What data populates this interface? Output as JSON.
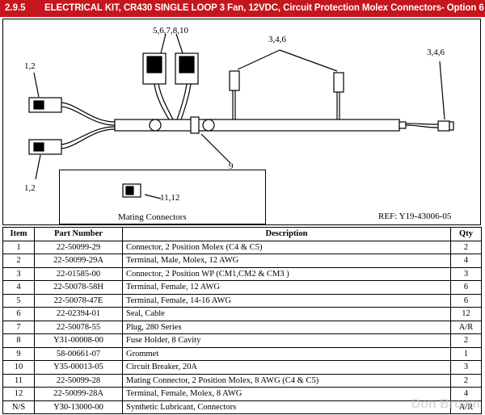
{
  "header": {
    "section": "2.9.5",
    "title": "ELECTRICAL KIT, CR430 SINGLE LOOP 3 Fan, 12VDC, Circuit Protection Molex Connectors- Option 6"
  },
  "figure": {
    "callouts": {
      "top_center": "5,6,7,8,10",
      "top_right_a": "3,4,6",
      "top_right_b": "3,4,6",
      "left_top": "1,2",
      "left_bottom": "1,2",
      "grommet": "9",
      "mating_item": "11,12"
    },
    "mating_caption": "Mating Connectors",
    "ref": "REF: Y19-43006-05"
  },
  "table": {
    "headers": [
      "Item",
      "Part Number",
      "Description",
      "Qty"
    ],
    "rows": [
      [
        "1",
        "22-50099-29",
        "Connector, 2 Position Molex (C4 & C5)",
        "2"
      ],
      [
        "2",
        "22-50099-29A",
        "Terminal, Male, Molex, 12 AWG",
        "4"
      ],
      [
        "3",
        "22-01585-00",
        "Connector, 2 Position WP (CM1,CM2 & CM3 )",
        "3"
      ],
      [
        "4",
        "22-50078-58H",
        "Terminal, Female, 12 AWG",
        "6"
      ],
      [
        "5",
        "22-50078-47E",
        "Terminal, Female, 14-16 AWG",
        "6"
      ],
      [
        "6",
        "22-02394-01",
        "Seal, Cable",
        "12"
      ],
      [
        "7",
        "22-50078-55",
        "Plug, 280 Series",
        "A/R"
      ],
      [
        "8",
        "Y31-00008-00",
        "Fuse Holder, 8 Cavity",
        "2"
      ],
      [
        "9",
        "58-00661-07",
        "Grommet",
        "1"
      ],
      [
        "10",
        "Y35-00013-05",
        "Circuit Breaker, 20A",
        "3"
      ],
      [
        "11",
        "22-50099-28",
        "Mating Connector, 2 Position Molex, 8 AWG (C4 & C5)",
        "2"
      ],
      [
        "12",
        "22-50099-28A",
        "Terminal, Female, Molex, 8 AWG",
        "4"
      ],
      [
        "N/S",
        "Y30-13000-00",
        "Synthetic Lubricant, Connectors",
        "A/R"
      ]
    ]
  },
  "watermark": "Don Brown"
}
